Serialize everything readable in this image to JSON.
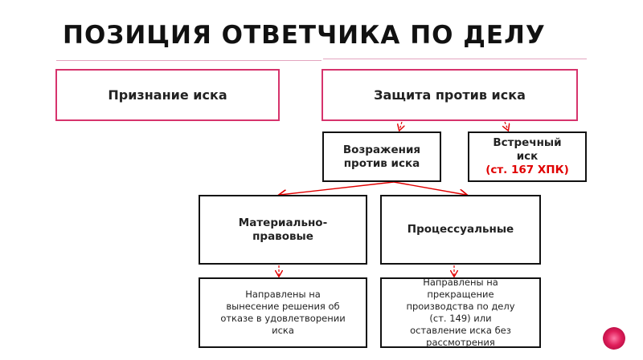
{
  "title": "ПОЗИЦИЯ ОТВЕТЧИКА ПО ДЕЛУ",
  "nodes": {
    "admission": "Признание иска",
    "defense": "Защита против иска",
    "objections": [
      "Возражения",
      "против иска"
    ],
    "counterclaim": [
      "Встречный",
      "иск"
    ],
    "counterclaim_ref": "(ст. 167 ХПК)",
    "substantive": [
      "Материально-",
      "правовые"
    ],
    "procedural": "Процессуальные",
    "substantive_desc": [
      "Направлены на",
      "вынесение решения об",
      "отказе в удовлетворении",
      "иска"
    ],
    "procedural_desc": [
      "Направлены на",
      "прекращение",
      "производства по делу",
      "(ст. 149) или",
      "оставление иска без",
      "рассмотрения"
    ]
  },
  "colors": {
    "accent_pink": "#d6336c",
    "arrow_red": "#e00000"
  }
}
